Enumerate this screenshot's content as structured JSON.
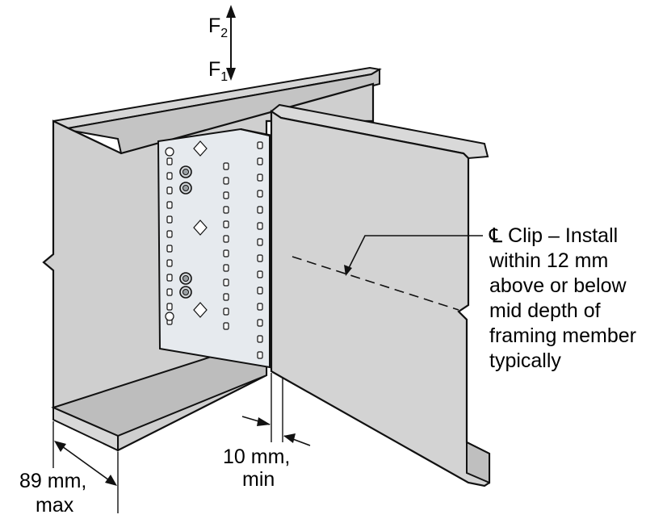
{
  "forces": {
    "f2_main": "F",
    "f2_sub": "2",
    "f1_main": "F",
    "f1_sub": "1"
  },
  "callout": {
    "symbol": "℄",
    "lines": [
      "Clip – Install",
      "within 12 mm",
      "above or below",
      "mid depth of",
      "framing member",
      "typically"
    ]
  },
  "dimensions": {
    "edge_line1": "10 mm,",
    "edge_line2": "min",
    "flange_line1": "89 mm,",
    "flange_line2": "max"
  },
  "colors": {
    "steel": "#d4d4d4",
    "steel_dark": "#b9b9b9",
    "clip": "#e4e8ec",
    "outline": "#111111"
  }
}
